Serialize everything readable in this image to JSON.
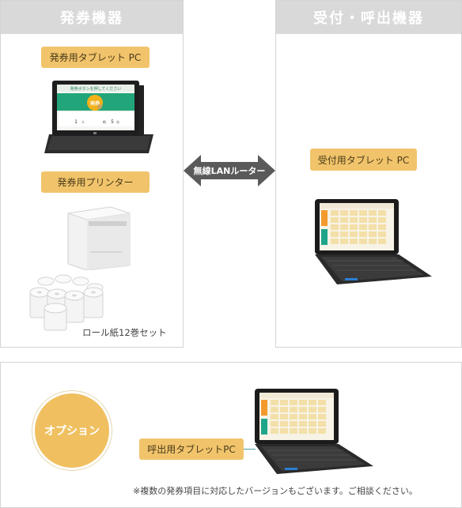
{
  "left_panel": {
    "title": "発券機器",
    "tablet_tag": "発券用タブレット PC",
    "printer_tag": "発券用プリンター",
    "paper_caption": "ロール紙12巻セット",
    "tablet_screen": {
      "prompt": "発券ボタンを押してください",
      "button": "発券",
      "wait_count": "1",
      "wait_unit": "人",
      "time_prefix": "約",
      "time_value": "5",
      "time_unit": "分"
    }
  },
  "right_panel": {
    "title": "受付・呼出機器",
    "tablet_tag": "受付用タブレット PC"
  },
  "connector": {
    "label": "無線LANルーター"
  },
  "option": {
    "circle_label": "オプション",
    "tablet_tag": "呼出用タブレットPC",
    "note": "※複数の発券項目に対応したバージョンもございます。ご相談ください。"
  },
  "colors": {
    "accent": "#f1c46c",
    "header_bg": "#d9d9d9",
    "arrow": "#5a5a5a",
    "option_circle": "#f0c060"
  }
}
